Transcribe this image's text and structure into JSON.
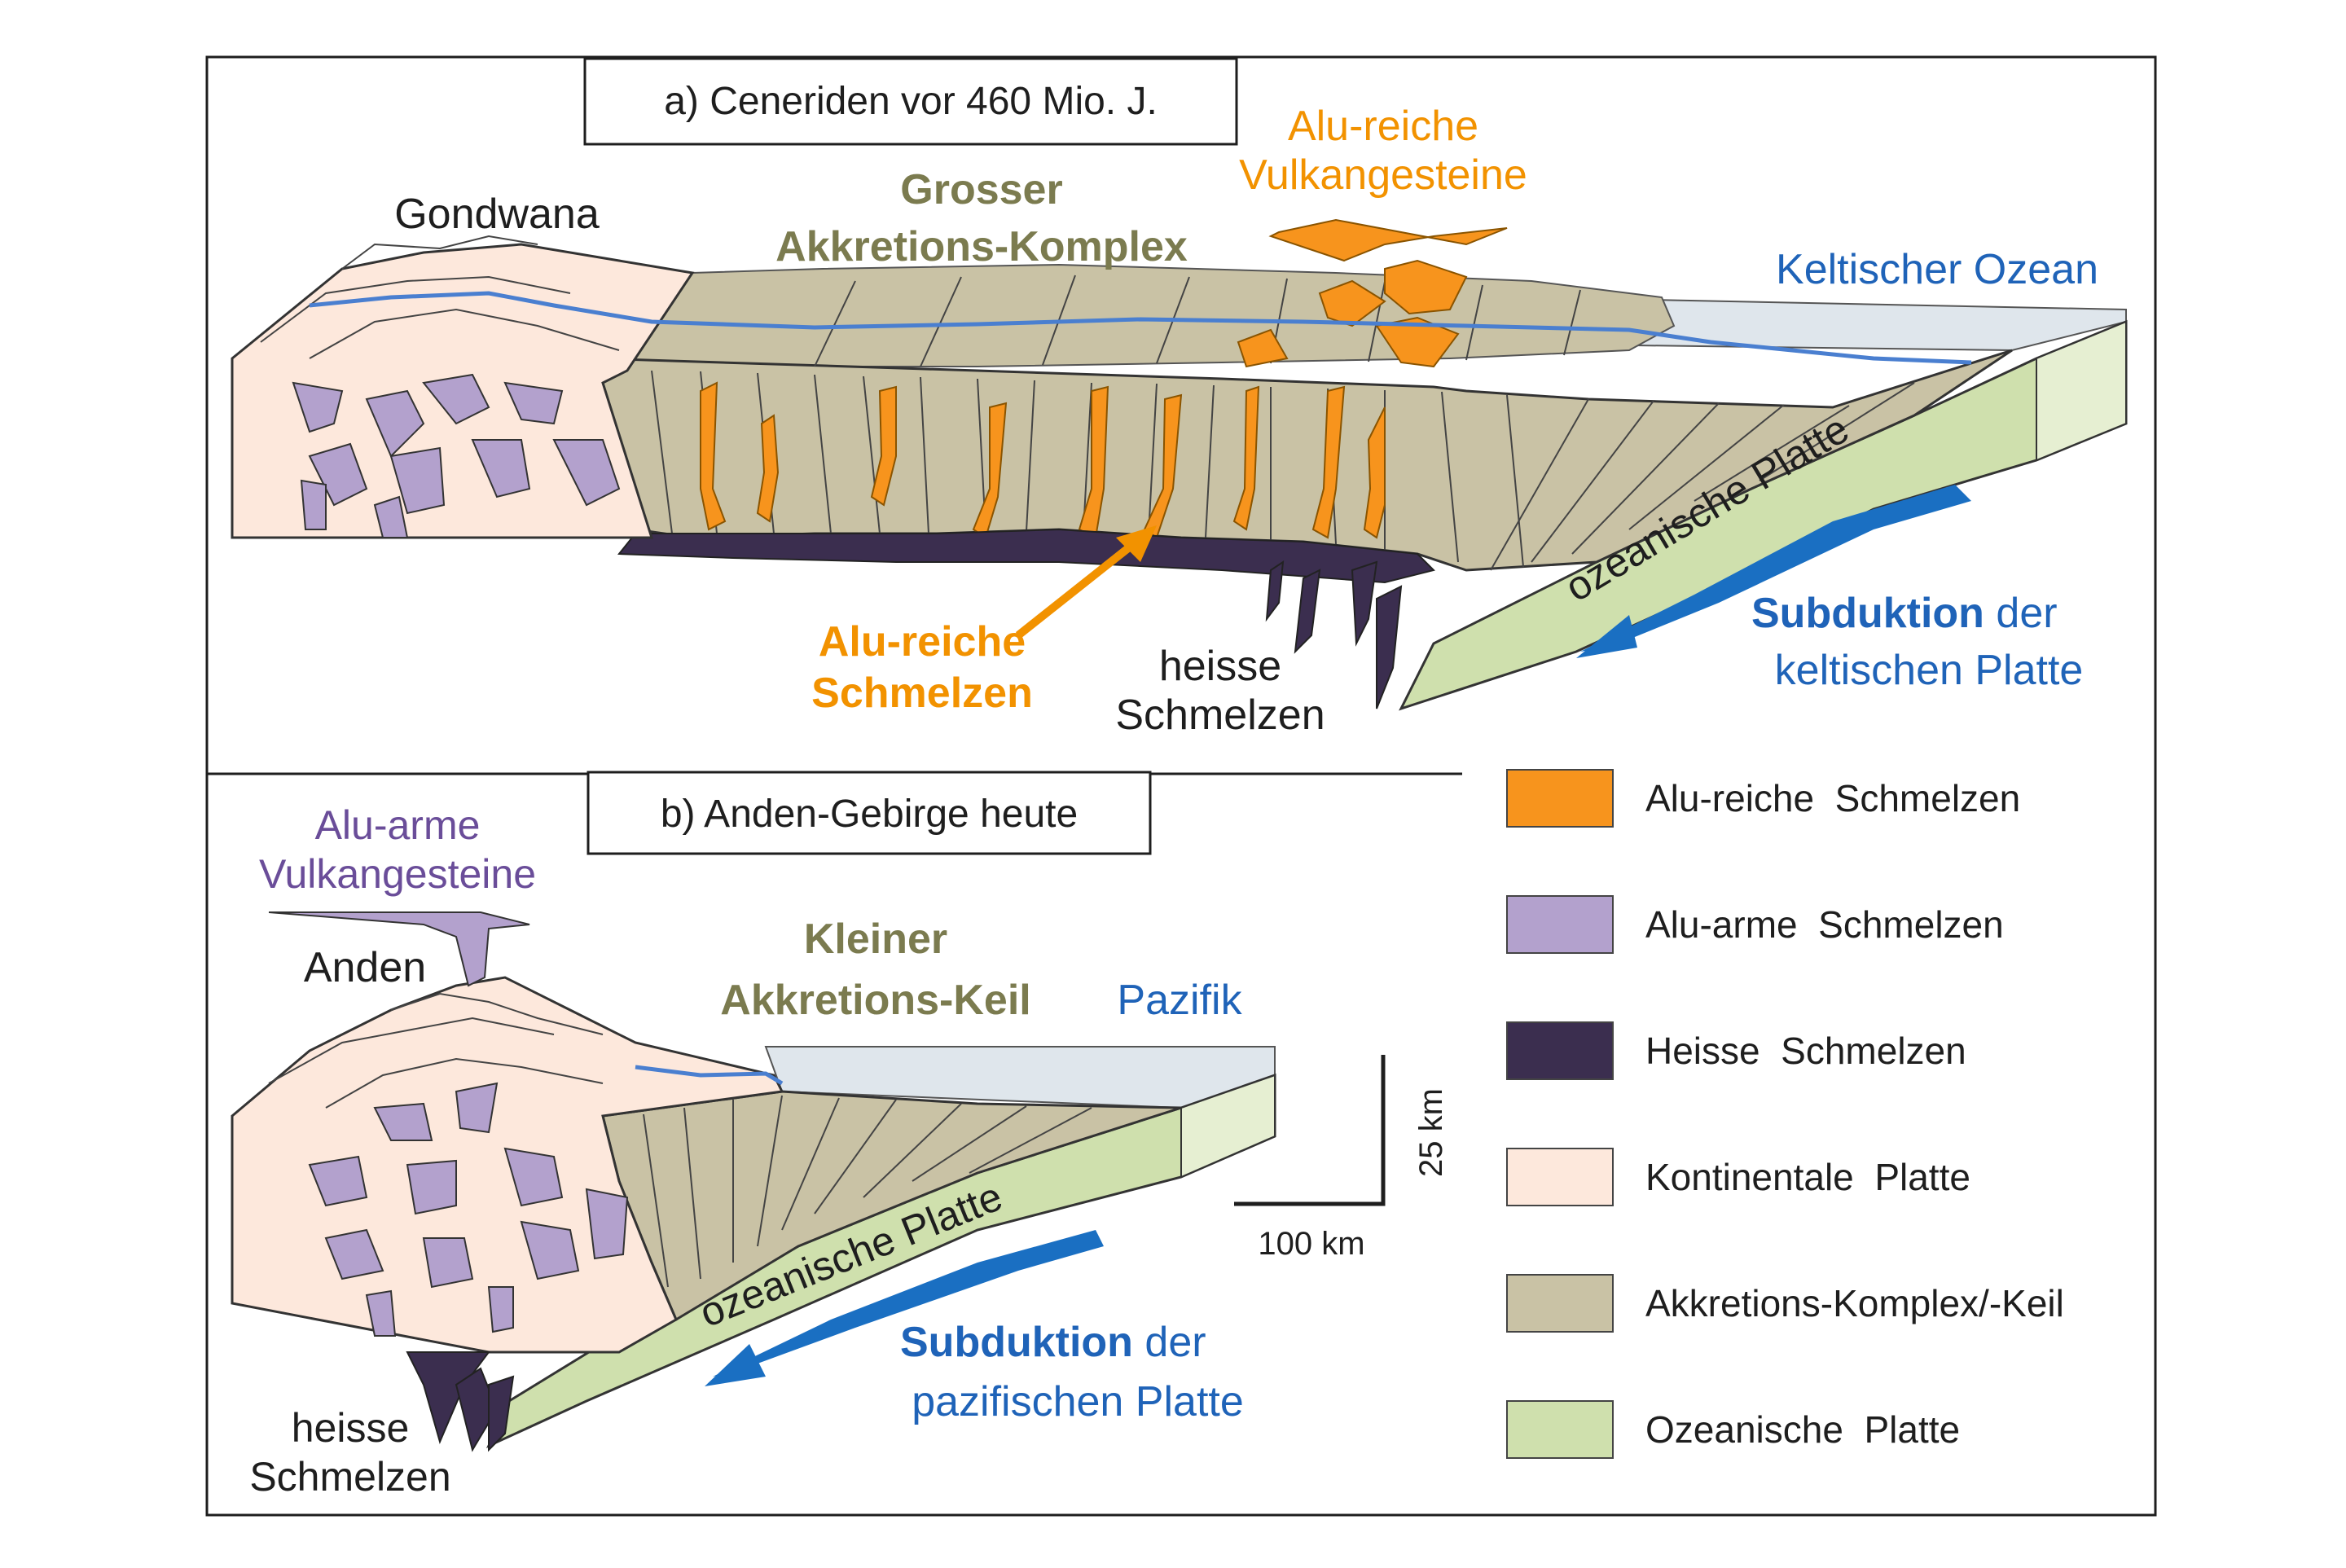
{
  "panel_a": {
    "title": "a) Ceneriden vor 460 Mio. J.",
    "gondwana": "Gondwana",
    "accretion_line1": "Grosser",
    "accretion_line2": "Akkretions-Komplex",
    "volcanic_line1": "Alu-reiche",
    "volcanic_line2": "Vulkangesteine",
    "ocean": "Keltischer Ozean",
    "plate": "ozeanische Platte",
    "subduction_bold": "Subduktion",
    "subduction_rest": " der",
    "subduction_line2": "keltischen Platte",
    "melts_line1": "Alu-reiche",
    "melts_line2": "Schmelzen",
    "hot_line1": "heisse",
    "hot_line2": "Schmelzen"
  },
  "panel_b": {
    "title": "b) Anden-Gebirge heute",
    "volcanic_line1": "Alu-arme",
    "volcanic_line2": "Vulkangesteine",
    "andes": "Anden",
    "accretion_line1": "Kleiner",
    "accretion_line2": "Akkretions-Keil",
    "ocean": "Pazifik",
    "plate": "ozeanische Platte",
    "subduction_bold": "Subduktion",
    "subduction_rest": " der",
    "subduction_line2": "pazifischen Platte",
    "hot_line1": "heisse",
    "hot_line2": "Schmelzen"
  },
  "scale": {
    "vertical": "25 km",
    "horizontal": "100 km"
  },
  "legend": [
    {
      "label": "Alu-reiche  Schmelzen",
      "color": "#f7941d"
    },
    {
      "label": "Alu-arme  Schmelzen",
      "color": "#b3a1cd"
    },
    {
      "label": "Heisse  Schmelzen",
      "color": "#3b2e4f"
    },
    {
      "label": "Kontinentale  Platte",
      "color": "#fde8dc"
    },
    {
      "label": "Akkretions-Komplex/-Keil",
      "color": "#c9c2a5"
    },
    {
      "label": "Ozeanische  Platte",
      "color": "#cfe0ad"
    }
  ],
  "colors": {
    "alu_rich": "#f7941d",
    "alu_poor": "#b3a1cd",
    "hot": "#3b2e4f",
    "continental": "#fde8dc",
    "accretion": "#c9c2a5",
    "oceanic": "#cfe0ad",
    "ocean_surface": "#dfe6ec",
    "river": "#4a7fd0",
    "arrow": "#1a6fc2"
  }
}
